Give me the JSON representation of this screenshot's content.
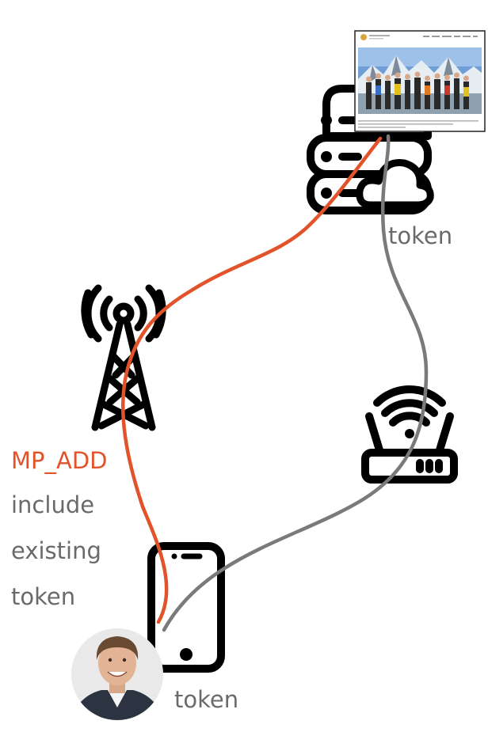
{
  "labels": {
    "server_token": "token",
    "user_token": "token",
    "mp_add": "MP_ADD",
    "note_lines": [
      "include",
      "existing",
      "token"
    ]
  },
  "colors": {
    "red_path": "#e2532a",
    "gray_path": "#7a7a7a",
    "icons": "#000000",
    "label_gray": "#6a6a6a"
  },
  "icons": [
    "server-rack-icon",
    "cloud-icon",
    "cell-tower-icon",
    "wifi-router-icon",
    "smartphone-icon",
    "user-avatar"
  ]
}
